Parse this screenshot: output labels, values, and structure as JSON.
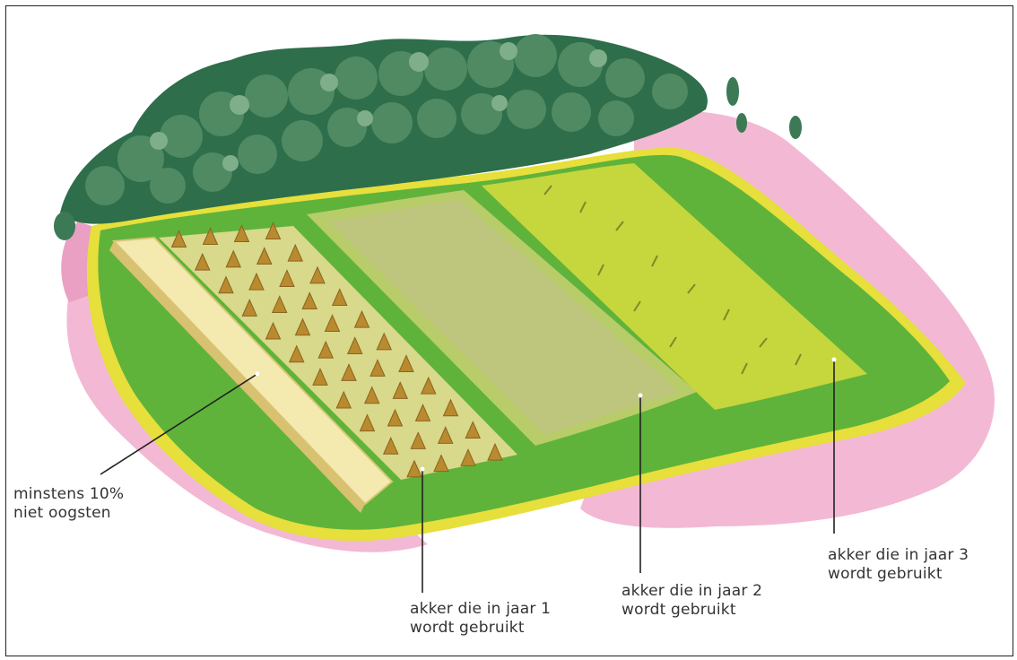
{
  "labels": {
    "not_harvested": {
      "line1": "minstens 10%",
      "line2": "niet oogsten"
    },
    "field_year_1": {
      "line1": "akker die in jaar 1",
      "line2": "wordt gebruikt"
    },
    "field_year_2": {
      "line1": "akker die in jaar 2",
      "line2": "wordt gebruikt"
    },
    "field_year_3": {
      "line1": "akker die in jaar 3",
      "line2": "wordt gebruikt"
    }
  },
  "colors": {
    "grass": "#5fb33a",
    "grass_dark": "#3f8f2a",
    "heather": "#f3b8d4",
    "heather_edge": "#e9a0c2",
    "yellow_edge": "#e6df3c",
    "uncut_strip": "#f4eab0",
    "stubble_field": "#d8d98a",
    "fallow_field": "#b8cc6a",
    "grass_field": "#c6d63d",
    "sheaf": "#b98a2e",
    "forest_dark": "#2e6e4a",
    "forest_light": "#6ea07a"
  }
}
